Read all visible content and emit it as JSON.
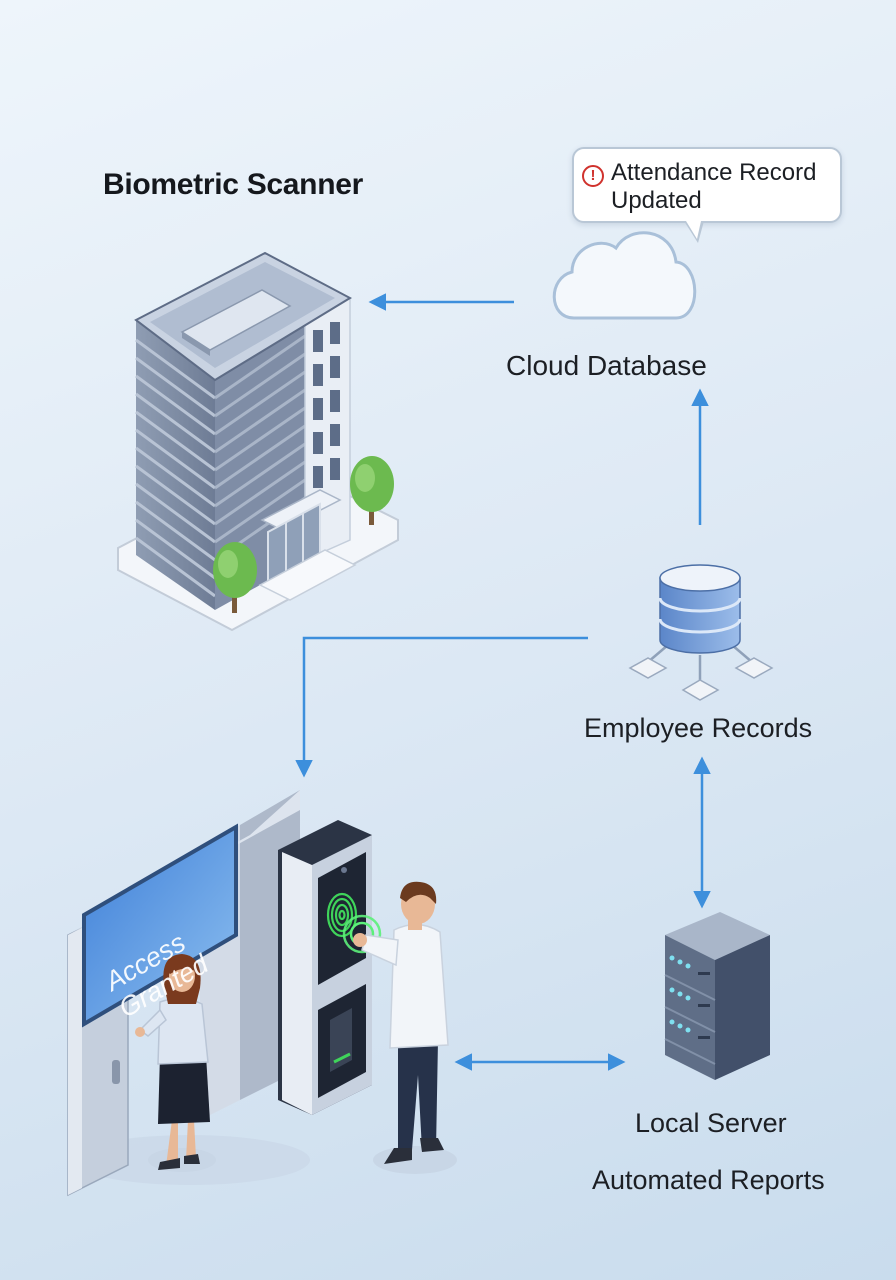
{
  "title": "Biometric Scanner",
  "notification": {
    "text": "Attendance Record Updated",
    "icon": "alert-icon"
  },
  "nodes": {
    "cloud": "Cloud Database",
    "employee": "Employee Records",
    "server": "Local Server",
    "reports": "Automated Reports"
  },
  "display": {
    "screen_text": "Access Granted"
  },
  "colors": {
    "arrow": "#3d8fdc",
    "accent_green": "#3fd45a",
    "alert": "#d0322d"
  }
}
